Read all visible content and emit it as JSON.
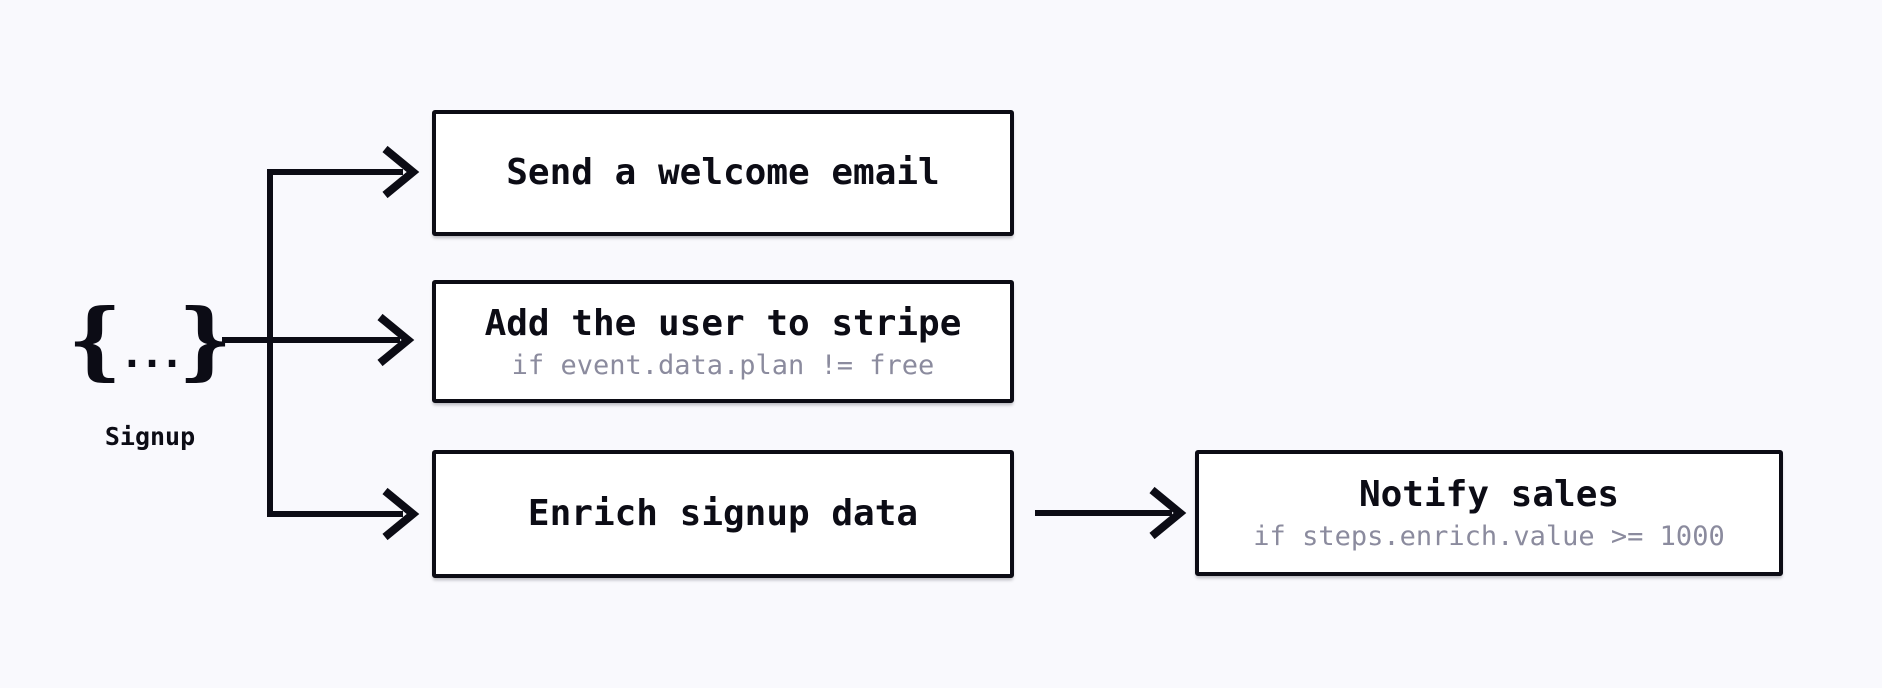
{
  "colors": {
    "background": "#f9f9fd",
    "ink": "#0c0c15",
    "muted": "#8b8b9e",
    "box_fill": "#ffffff"
  },
  "event": {
    "icon_left_brace": "{",
    "icon_dots": "...",
    "icon_right_brace": "}",
    "label": "Signup"
  },
  "steps": [
    {
      "id": "welcome",
      "title": "Send a welcome email"
    },
    {
      "id": "stripe",
      "title": "Add the user to stripe",
      "condition": "if event.data.plan != free"
    },
    {
      "id": "enrich",
      "title": "Enrich signup data"
    },
    {
      "id": "notify",
      "title": "Notify sales",
      "condition": "if steps.enrich.value >= 1000"
    }
  ]
}
